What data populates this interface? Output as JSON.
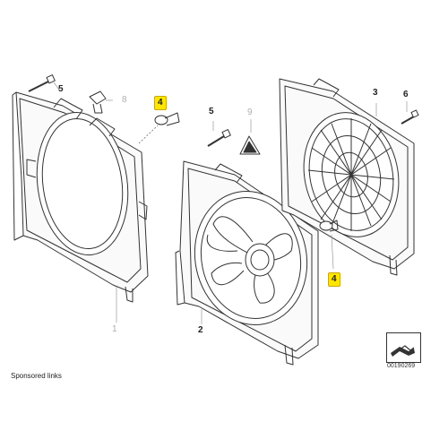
{
  "callouts": {
    "c1": "1",
    "c2": "2",
    "c3": "3",
    "c4a": "4",
    "c4b": "4",
    "c5a": "5",
    "c5b": "5",
    "c6": "6",
    "c8": "8",
    "c9": "9"
  },
  "footer": {
    "sponsored": "Sponsored links"
  },
  "reference": {
    "code": "00190269"
  },
  "colors": {
    "line": "#333333",
    "highlight": "#ffe600",
    "grey_callout": "#b0b0b0"
  }
}
